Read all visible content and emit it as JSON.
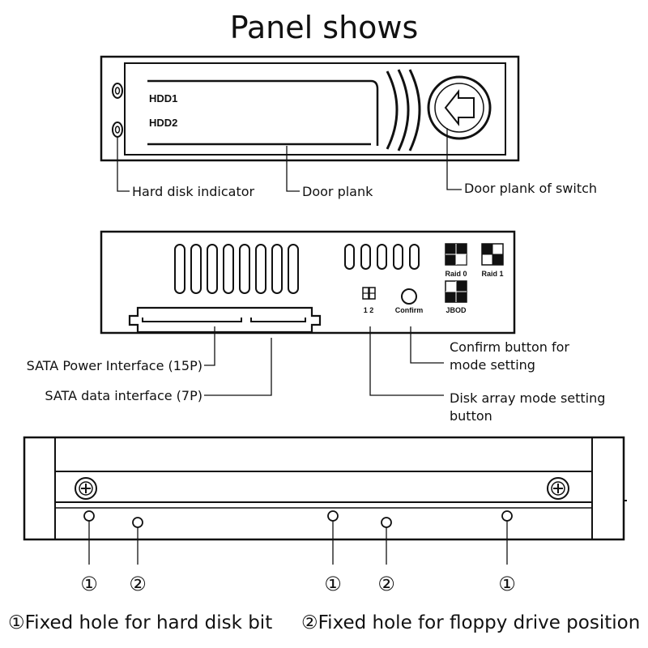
{
  "title": "Panel shows",
  "front_panel": {
    "hdd1": "HDD1",
    "hdd2": "HDD2",
    "labels": {
      "indicator": "Hard disk indicator",
      "door_plank": "Door plank",
      "switch": "Door plank of switch"
    }
  },
  "rear_panel": {
    "raid0": "Raid 0",
    "raid1": "Raid 1",
    "jbod": "JBOD",
    "switch_nums": "1 2",
    "confirm": "Confirm",
    "labels": {
      "sata_power": "SATA Power Interface (15P)",
      "sata_data": "SATA data interface (7P)",
      "confirm_line1": "Confirm button for",
      "confirm_line2": "mode setting",
      "mode_line1": "Disk array mode setting",
      "mode_line2": "button"
    }
  },
  "side_panel": {
    "markers": [
      "①",
      "②",
      "①",
      "②",
      "①"
    ]
  },
  "legend": {
    "item1": "①Fixed hole for hard disk bit",
    "item2": "②Fixed hole for floppy drive position"
  }
}
